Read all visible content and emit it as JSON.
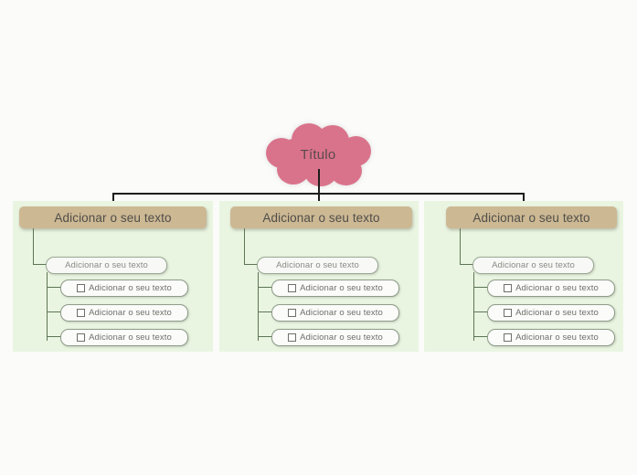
{
  "document": {
    "background_color": "#fbfbfa",
    "type": "mind-map"
  },
  "root": {
    "label": "Título",
    "shape": "cloud",
    "fill_color": "#d9738b",
    "text_color": "#5a4a4c"
  },
  "connector": {
    "color": "#1d1d1d",
    "branch_line_color": "#5d7555"
  },
  "branches": [
    {
      "header": {
        "label": "Adicionar o seu texto",
        "fill_color": "#cdb894",
        "text_color": "#4e4e48"
      },
      "panel_color": "#e9f5e1",
      "subtopic": {
        "label": "Adicionar o seu texto"
      },
      "items": [
        {
          "label": "Adicionar o seu texto",
          "checkbox": "checkbox-unchecked"
        },
        {
          "label": "Adicionar o seu texto",
          "checkbox": "checkbox-unchecked"
        },
        {
          "label": "Adicionar o seu texto",
          "checkbox": "checkbox-unchecked"
        }
      ]
    },
    {
      "header": {
        "label": "Adicionar o seu texto",
        "fill_color": "#cdb894",
        "text_color": "#4e4e48"
      },
      "panel_color": "#e9f5e1",
      "subtopic": {
        "label": "Adicionar o seu texto"
      },
      "items": [
        {
          "label": "Adicionar o seu texto",
          "checkbox": "checkbox-unchecked"
        },
        {
          "label": "Adicionar o seu texto",
          "checkbox": "checkbox-unchecked"
        },
        {
          "label": "Adicionar o seu texto",
          "checkbox": "checkbox-unchecked"
        }
      ]
    },
    {
      "header": {
        "label": "Adicionar o seu texto",
        "fill_color": "#cdb894",
        "text_color": "#4e4e48"
      },
      "panel_color": "#e9f5e1",
      "subtopic": {
        "label": "Adicionar o seu texto"
      },
      "items": [
        {
          "label": "Adicionar o seu texto",
          "checkbox": "checkbox-unchecked"
        },
        {
          "label": "Adicionar o seu texto",
          "checkbox": "checkbox-unchecked"
        },
        {
          "label": "Adicionar o seu texto",
          "checkbox": "checkbox-unchecked"
        }
      ]
    }
  ]
}
